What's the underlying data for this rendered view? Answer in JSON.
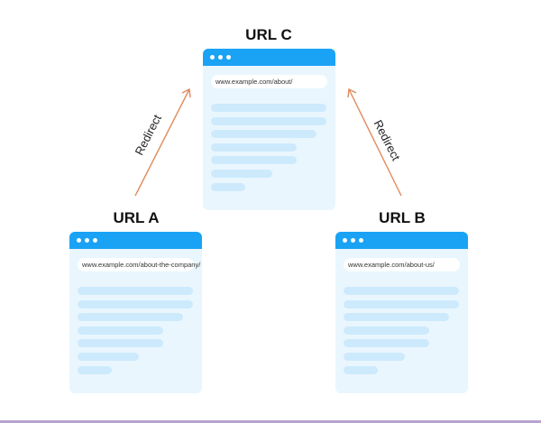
{
  "windows": [
    {
      "id": "c",
      "title": "URL C",
      "url": "www.example.com/about/"
    },
    {
      "id": "a",
      "title": "URL A",
      "url": "www.example.com/about-the-company/"
    },
    {
      "id": "b",
      "title": "URL B",
      "url": "www.example.com/about-us/"
    }
  ],
  "arrows": [
    {
      "label": "Redirect"
    },
    {
      "label": "Redirect"
    }
  ],
  "colors": {
    "header": "#1aa3f5",
    "arrow": "#e08a5e",
    "window": "#e9f6fe",
    "bar": "#cdeafd"
  }
}
